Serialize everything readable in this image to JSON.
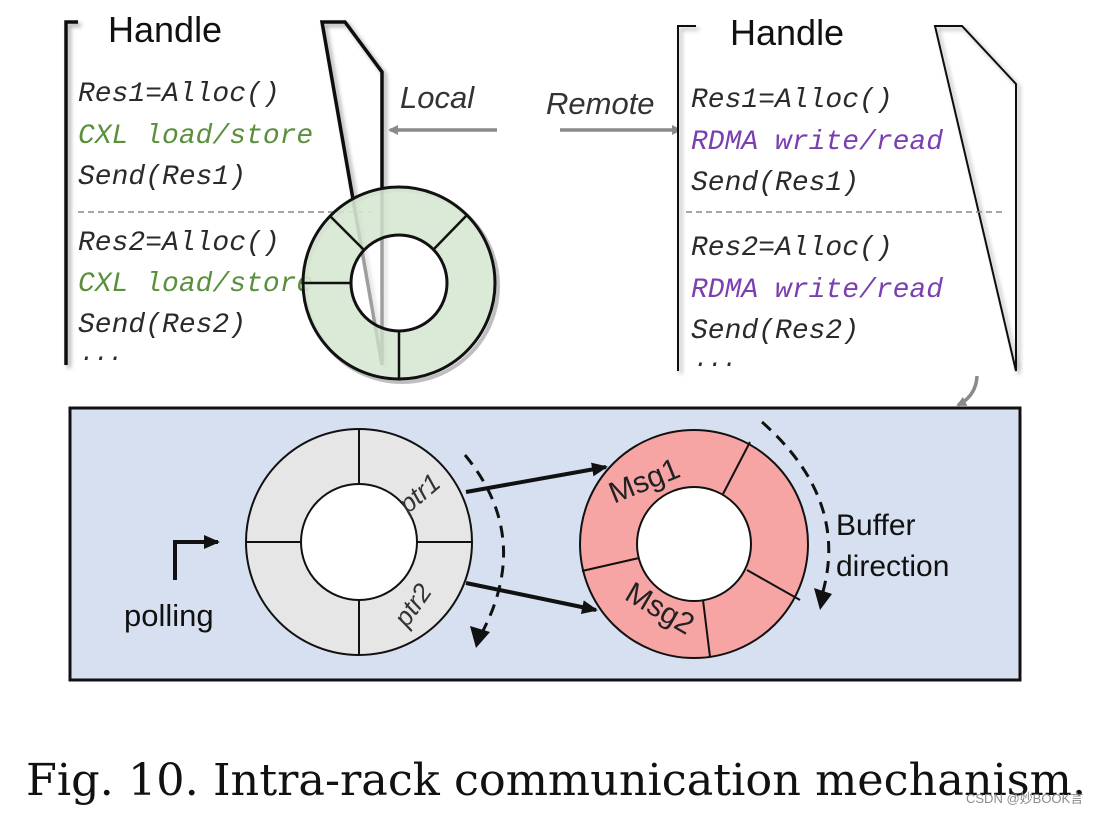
{
  "left_handle": {
    "title": "Handle",
    "lines": [
      "Res1=Alloc()",
      "CXL load/store",
      "Send(Res1)",
      "Res2=Alloc()",
      "CXL load/store",
      "Send(Res2)",
      "..."
    ]
  },
  "right_handle": {
    "title": "Handle",
    "lines": [
      "Res1=Alloc()",
      "RDMA write/read",
      "Send(Res1)",
      "Res2=Alloc()",
      "RDMA write/read",
      "Send(Res2)",
      "..."
    ]
  },
  "arrows": {
    "local_label": "Local",
    "remote_label": "Remote"
  },
  "bottom_panel": {
    "polling_label": "polling",
    "ptr1_label": "ptr1",
    "ptr2_label": "ptr2",
    "msg1_label": "Msg1",
    "msg2_label": "Msg2",
    "buffer_label": "Buffer",
    "direction_label": "direction"
  },
  "caption": "Fig. 10.  Intra-rack communication mechanism.",
  "watermark": "CSDN @妙BOOK言",
  "colors": {
    "cxl_text": "#5a8f3c",
    "rdma_text": "#7a3fb0",
    "code_text": "#2a2a2a",
    "panel_fill": "#d6e0f0",
    "green_ring": "#d6e8d2",
    "gray_ring": "#e6e6e6",
    "red_ring": "#f7a4a4"
  }
}
